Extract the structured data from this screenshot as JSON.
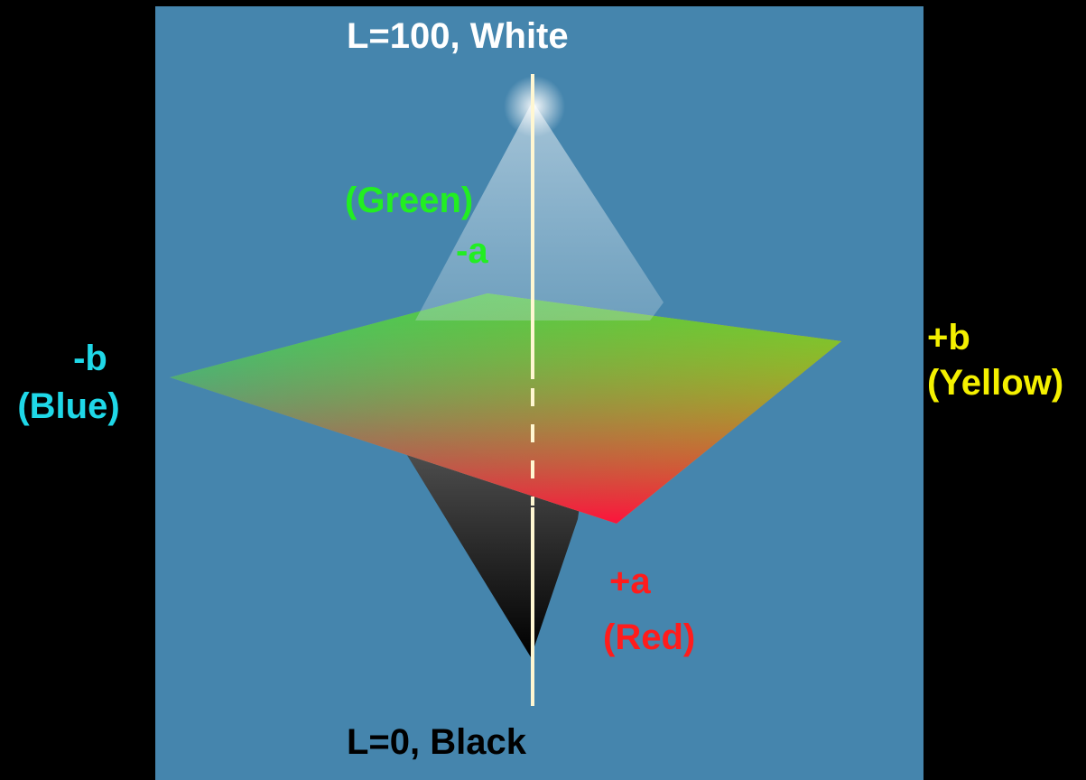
{
  "labels": {
    "top": "L=100, White",
    "bottom": "L=0, Black",
    "green_name": "(Green)",
    "green_axis": "-a",
    "blue_axis": "-b",
    "blue_name": "(Blue)",
    "yellow_axis": "+b",
    "yellow_name": "(Yellow)",
    "red_axis": "+a",
    "red_name": "(Red)"
  },
  "colors": {
    "background": "#000000",
    "panel": "#4585ad",
    "white_label": "#ffffff",
    "black_label": "#000000",
    "green": "#22ee22",
    "blue": "#1fd8e8",
    "yellow": "#f4f000",
    "red": "#ff1c1c",
    "axis_line": "#fff7d2"
  }
}
